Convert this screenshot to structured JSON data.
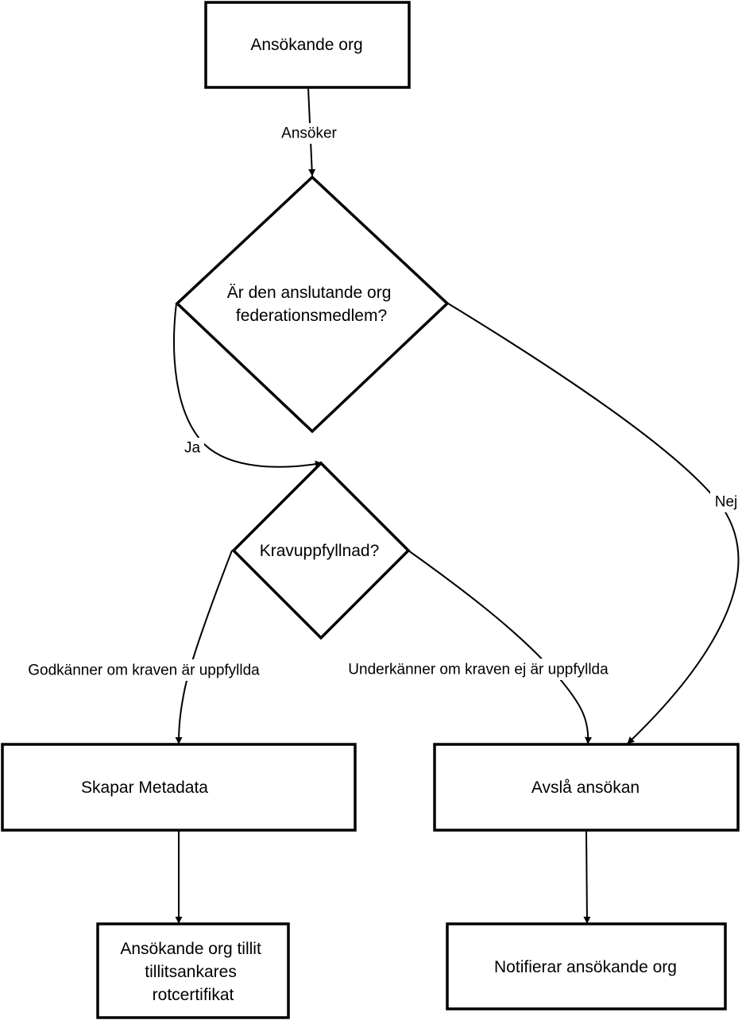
{
  "diagram": {
    "nodes": {
      "applicant": {
        "label": [
          "Ansökande org"
        ]
      },
      "member_decision": {
        "label": [
          "Är den anslutande org",
          "federationsmedlem?"
        ]
      },
      "requirement_decision": {
        "label": [
          "Kravuppfyllnad?"
        ]
      },
      "create_metadata": {
        "label": [
          "Skapar Metadata"
        ]
      },
      "reject_application": {
        "label": [
          "Avslå ansökan"
        ]
      },
      "trust_anchor": {
        "label": [
          "Ansökande org tillit",
          "tillitsankares",
          "rotcertifikat"
        ]
      },
      "notify_applicant": {
        "label": [
          "Notifierar ansökande org"
        ]
      }
    },
    "edges": {
      "applies": {
        "label": "Ansöker"
      },
      "yes": {
        "label": "Ja"
      },
      "no": {
        "label": "Nej"
      },
      "approves": {
        "label": "Godkänner om kraven är uppfyllda"
      },
      "rejects": {
        "label": "Underkänner om kraven ej är uppfyllda"
      },
      "metadata_to_trust": {
        "label": ""
      },
      "reject_to_notify": {
        "label": ""
      }
    }
  }
}
